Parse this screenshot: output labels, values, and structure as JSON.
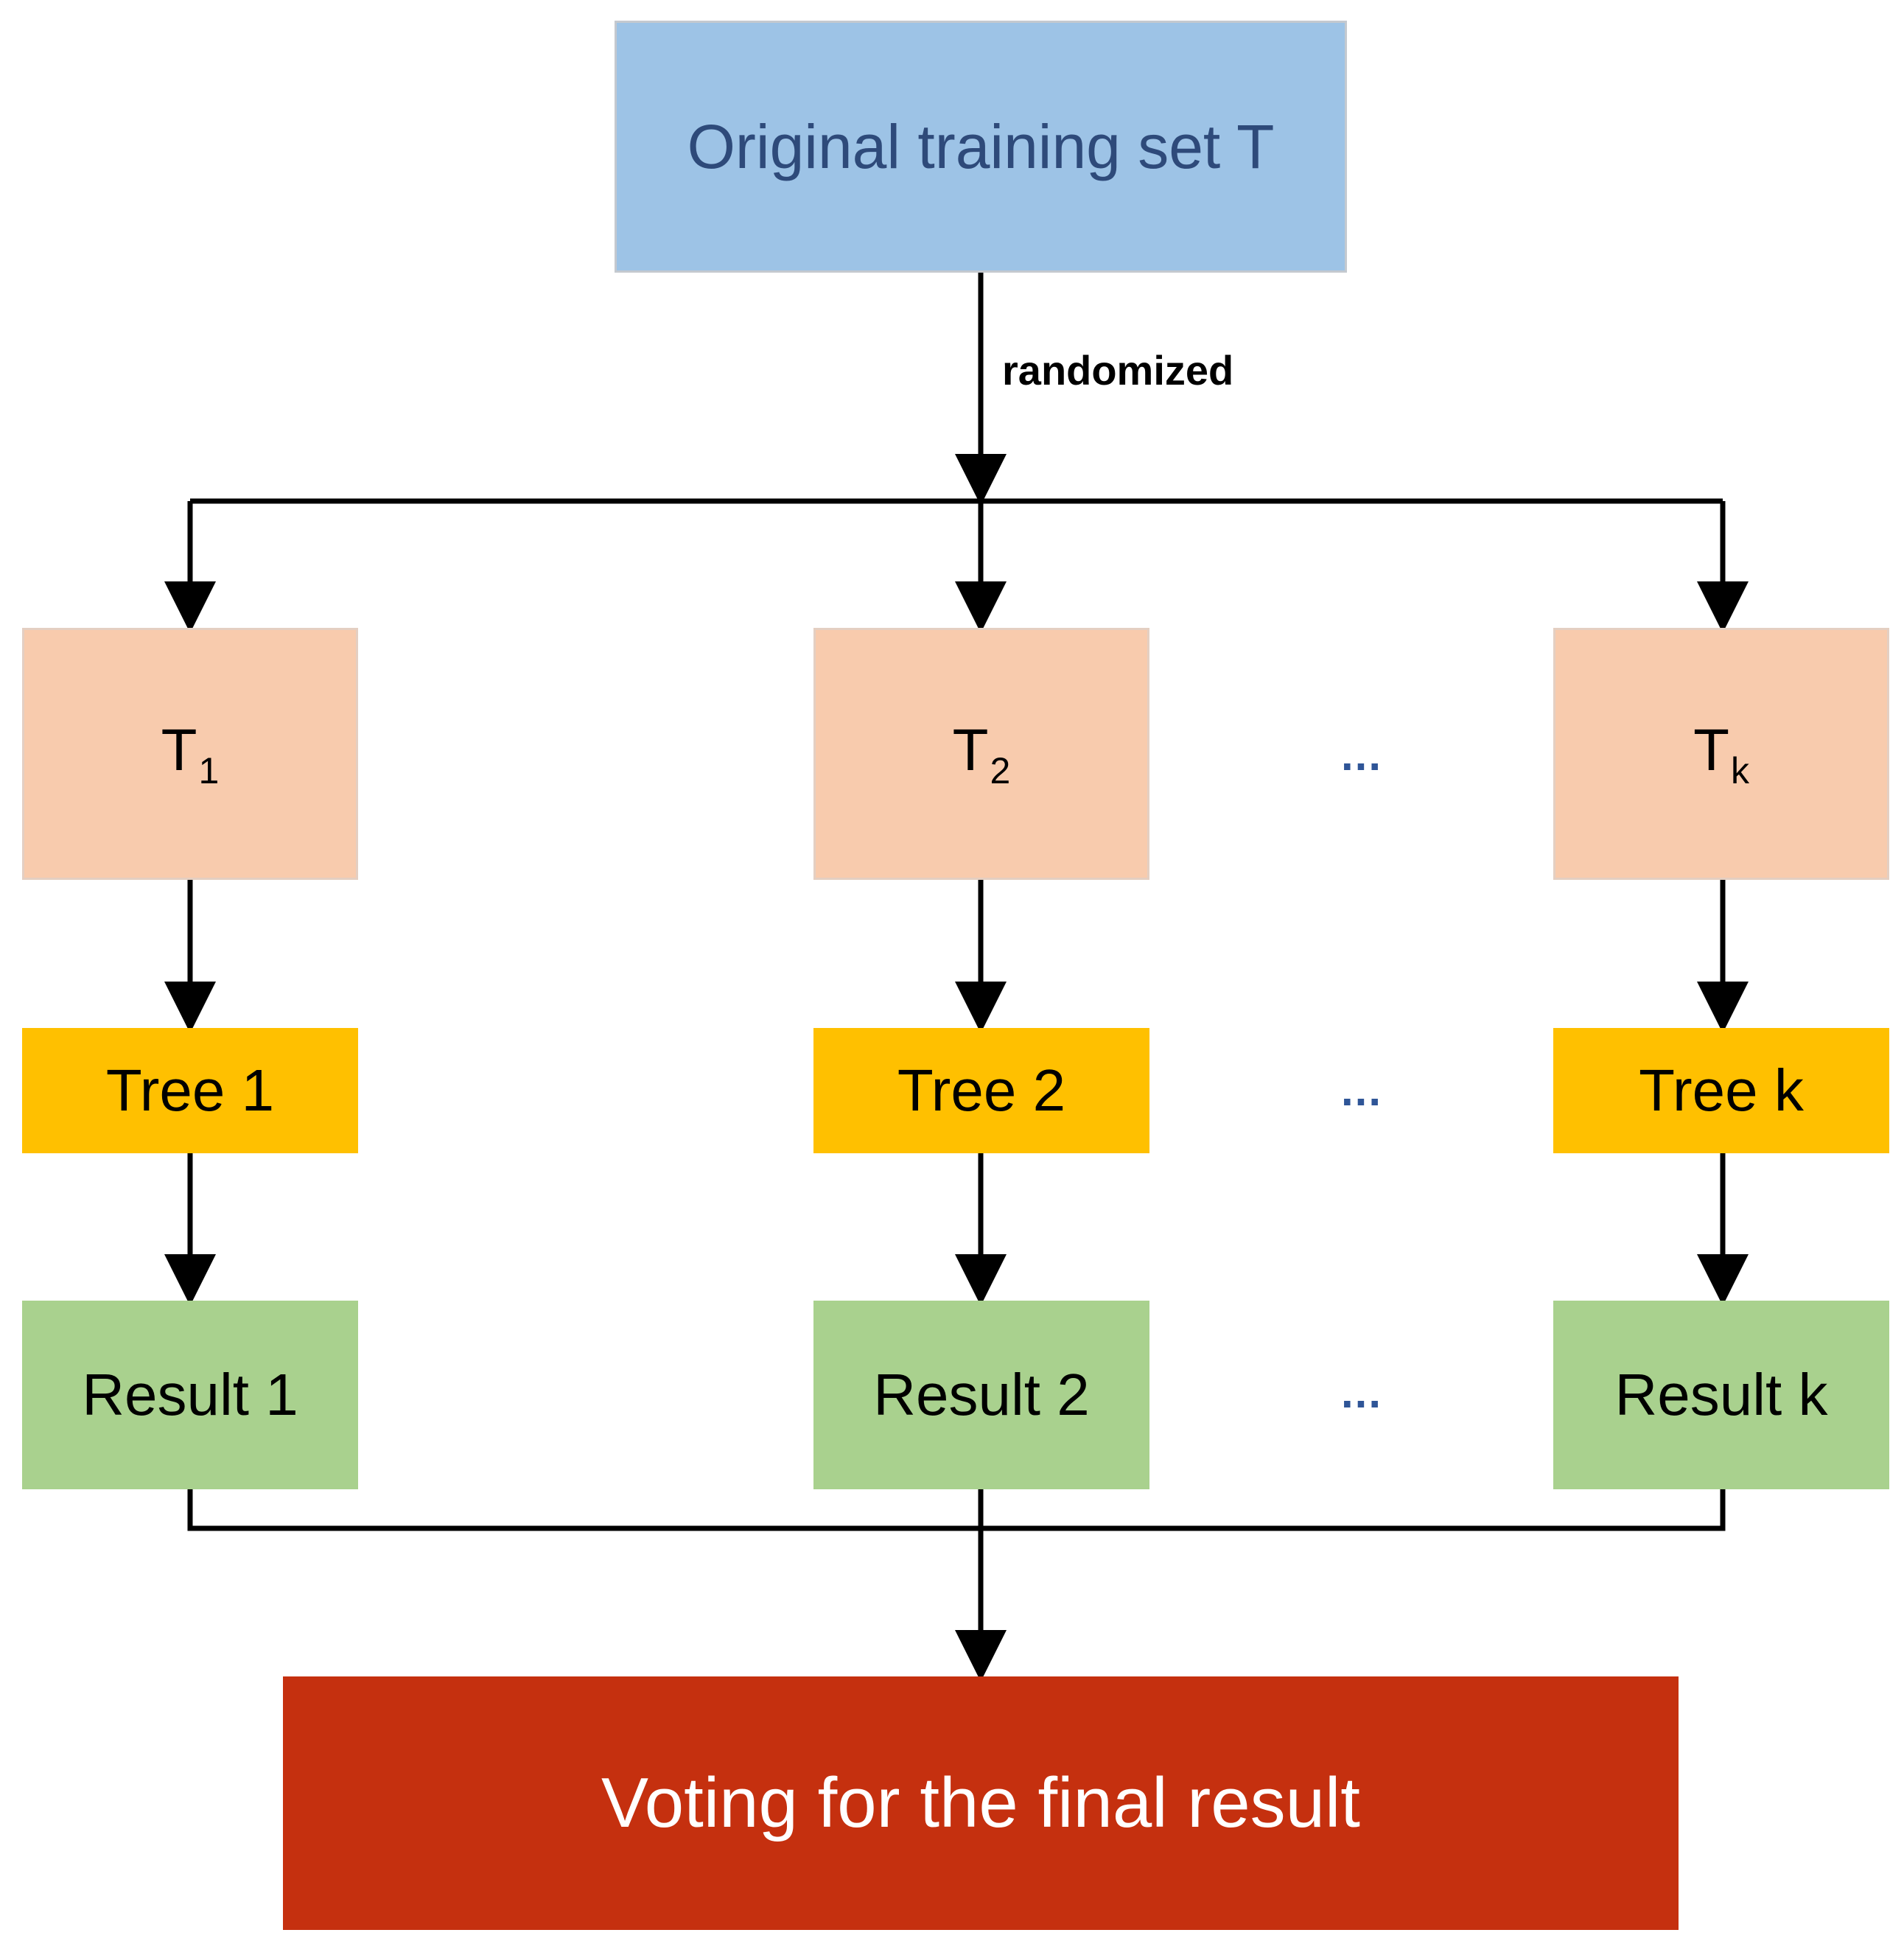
{
  "colors": {
    "source_fill": "#9dc3e6",
    "source_text": "#2e4a7a",
    "subset_fill": "#f8cbad",
    "tree_fill": "#ffc000",
    "result_fill": "#a9d18e",
    "final_fill": "#c5300f",
    "final_text": "#ffffff",
    "ellipsis": "#2f5597",
    "line": "#000000"
  },
  "source": {
    "label": "Original training set T"
  },
  "edge": {
    "label": "randomized"
  },
  "subsets": [
    {
      "base": "T",
      "sub": "1"
    },
    {
      "base": "T",
      "sub": "2"
    },
    {
      "base": "T",
      "sub": "k"
    }
  ],
  "trees": [
    "Tree 1",
    "Tree 2",
    "Tree k"
  ],
  "results": [
    "Result 1",
    "Result 2",
    "Result k"
  ],
  "ellipsis": "...",
  "final": {
    "label": "Voting for the final result"
  }
}
